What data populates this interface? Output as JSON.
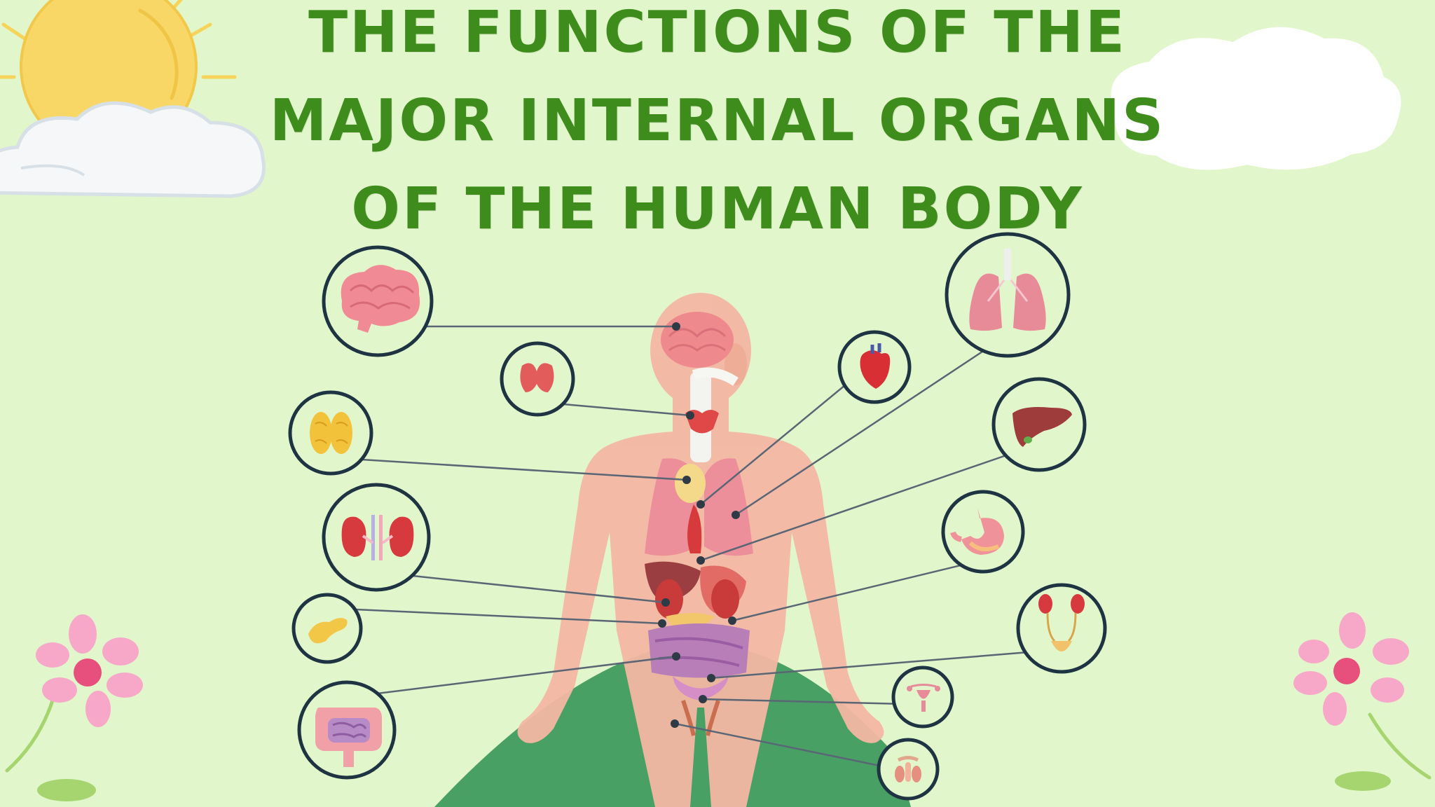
{
  "title": {
    "lines": [
      "THE FUNCTIONS OF THE",
      "MAJOR INTERNAL ORGANS",
      "OF THE HUMAN BODY"
    ]
  },
  "colors": {
    "background": "#e2f6cb",
    "title": "#3e8d1c",
    "hill": "#48a064",
    "body": "#f3b7a3",
    "circle_stroke": "#1f3443",
    "leader_line": "#5a6675"
  },
  "organs_left": [
    {
      "name": "brain",
      "icon": "brain-icon"
    },
    {
      "name": "thyroid",
      "icon": "thyroid-icon"
    },
    {
      "name": "thymus",
      "icon": "thymus-icon"
    },
    {
      "name": "kidneys",
      "icon": "kidneys-icon"
    },
    {
      "name": "pancreas",
      "icon": "pancreas-icon"
    },
    {
      "name": "intestines",
      "icon": "intestines-icon"
    }
  ],
  "organs_right": [
    {
      "name": "lungs",
      "icon": "lungs-icon"
    },
    {
      "name": "heart",
      "icon": "heart-icon"
    },
    {
      "name": "liver",
      "icon": "liver-icon"
    },
    {
      "name": "stomach",
      "icon": "stomach-icon"
    },
    {
      "name": "bladder",
      "icon": "bladder-icon"
    },
    {
      "name": "uterus",
      "icon": "uterus-icon"
    },
    {
      "name": "testes",
      "icon": "testes-icon"
    }
  ],
  "decorations": [
    "sun-icon",
    "cloud-icon",
    "flower-icon"
  ]
}
